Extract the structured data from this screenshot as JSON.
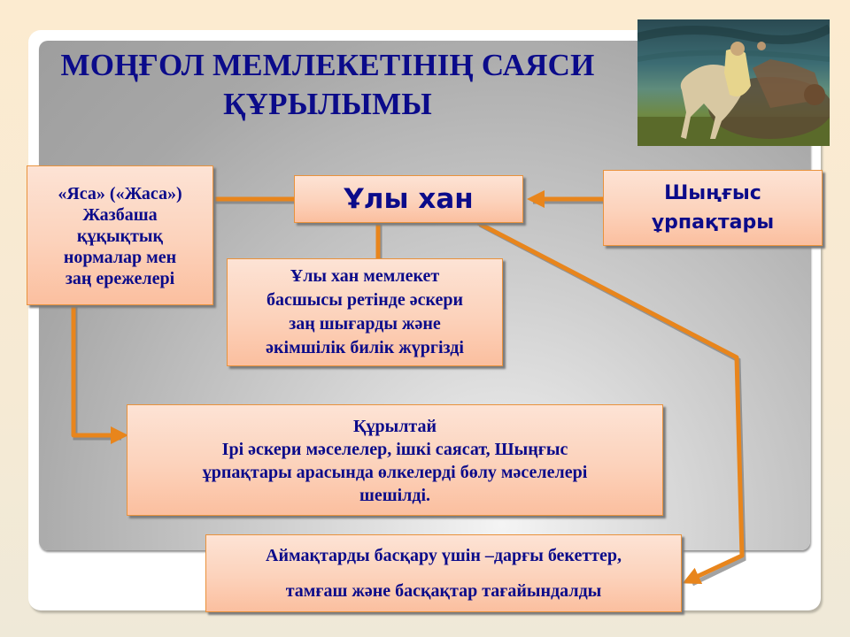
{
  "slide": {
    "title_line1": "МОҢҒОЛ МЕМЛЕКЕТІНІҢ САЯСИ",
    "title_line2": "ҚҰРЫЛЫМЫ",
    "picture_alt": "painting of mounted Mongol warrior leading horsemen"
  },
  "nodes": {
    "yasa": {
      "lines": [
        "«Яса» («Жаса»)",
        "Жазбаша",
        "құқықтық",
        "нормалар мен",
        "заң ережелері"
      ]
    },
    "ulu_khan": {
      "label": "Ұлы хан"
    },
    "khan_desc": {
      "lines": [
        "Ұлы хан мемлекет",
        "басшысы ретінде әскери",
        "заң шығарды және",
        "әкімшілік билік  жүргізді"
      ]
    },
    "shyngys": {
      "lines": [
        "Шыңғыс",
        "ұрпақтары"
      ]
    },
    "kurultai": {
      "lines": [
        "Құрылтай",
        "Ірі әскери мәселелер, ішкі саясат, Шыңғыс",
        "ұрпақтары арасында өлкелерді бөлу мәселелері",
        "шешілді."
      ]
    },
    "aimak": {
      "lines": [
        "Аймақтарды басқару үшін –дарғы бекеттер,",
        "тамғаш және басқақтар тағайындалды"
      ]
    }
  },
  "colors": {
    "text": "#0b0b8a",
    "box_border": "#e9923c",
    "connector": "#e8851c",
    "box_fill_top": "#fde3d5",
    "box_fill_bottom": "#fbbf9f"
  }
}
